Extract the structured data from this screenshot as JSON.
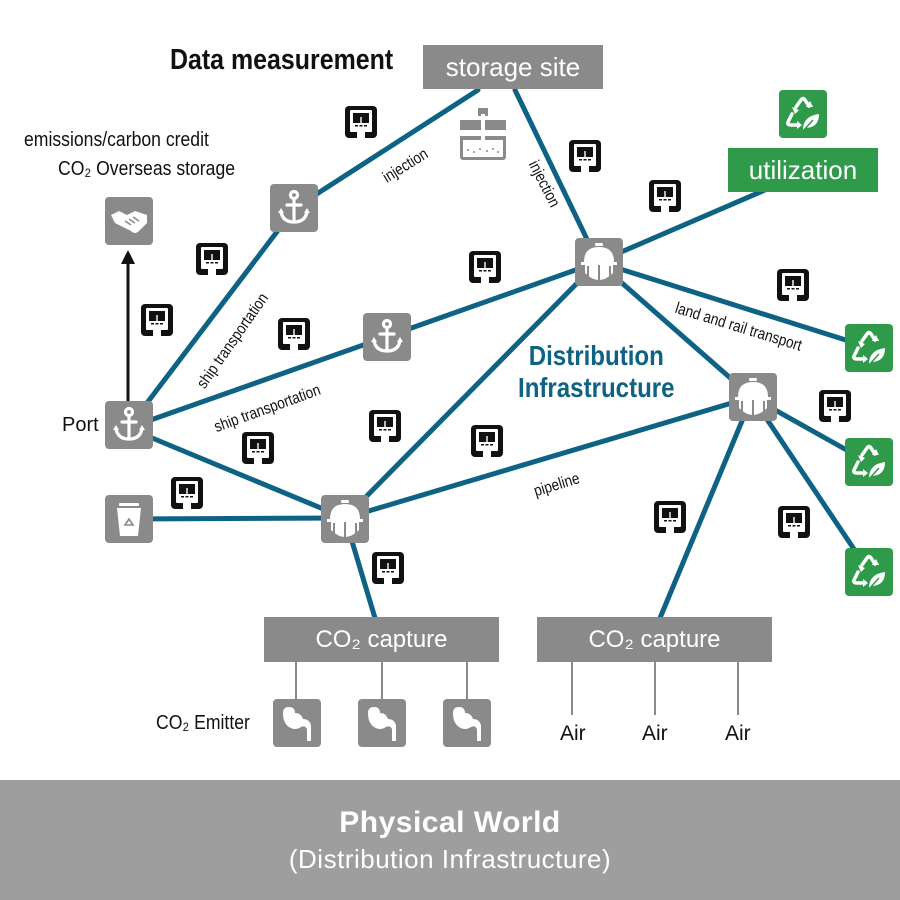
{
  "header": {
    "title": "Data measurement",
    "storage_site": "storage site",
    "utilization": "utilization"
  },
  "left_labels": {
    "line1": "emissions/carbon credit",
    "line2": "CO₂ Overseas storage",
    "port": "Port"
  },
  "center_title": {
    "line1": "Distribution",
    "line2": "Infrastructure"
  },
  "edge_labels": {
    "injection_left": "injection",
    "injection_right": "injection",
    "ship_transport_1": "ship transportation",
    "ship_transport_2": "ship transportation",
    "land_rail": "land and rail transport",
    "pipeline": "pipeline"
  },
  "capture": {
    "left": "CO₂ capture",
    "right": "CO₂ capture",
    "emitter_label": "CO₂ Emitter",
    "air_labels": [
      "Air",
      "Air",
      "Air"
    ]
  },
  "banner": {
    "title": "Physical World",
    "subtitle": "(Distribution Infrastructure)"
  },
  "colors": {
    "pipe": "#0e6283",
    "gray_node": "#8a8a8a",
    "green_node": "#2e9a4a",
    "banner": "#9e9e9e",
    "title_blue": "#0e6283"
  },
  "icons": {
    "sensor": "measurement-terminal-icon",
    "anchor": "anchor-icon",
    "tank": "storage-tank-icon",
    "recycle_leaf": "recycle-leaf-icon",
    "handshake": "handshake-icon",
    "trash": "recycle-bin-icon",
    "emitter": "smoke-emitter-icon",
    "injection_well": "injection-well-icon"
  }
}
